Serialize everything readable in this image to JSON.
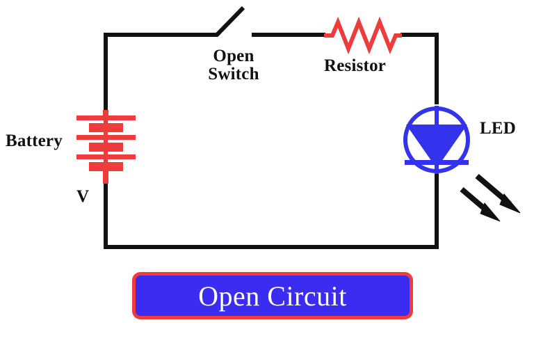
{
  "diagram": {
    "title_banner": {
      "text": "Open Circuit",
      "fill_color": "#3a2cf0",
      "border_color": "#ee3b3b",
      "text_color": "#ffffff"
    },
    "labels": {
      "battery": "Battery",
      "voltage": "V",
      "switch_line1": "Open",
      "switch_line2": "Switch",
      "resistor": "Resistor",
      "led": "LED"
    },
    "colors": {
      "wire": "#111111",
      "battery": "#ee3b3b",
      "resistor": "#ee3b3b",
      "led": "#3333ee",
      "background": "#ffffff"
    },
    "components": [
      {
        "name": "battery",
        "type": "battery",
        "cells": 3,
        "color": "#ee3b3b"
      },
      {
        "name": "open-switch",
        "type": "switch",
        "state": "open",
        "color": "#111111"
      },
      {
        "name": "resistor",
        "type": "resistor",
        "zigzag_peaks": 4,
        "color": "#ee3b3b"
      },
      {
        "name": "led",
        "type": "led",
        "state": "off",
        "color": "#3333ee",
        "emission_arrows": 2
      }
    ]
  }
}
